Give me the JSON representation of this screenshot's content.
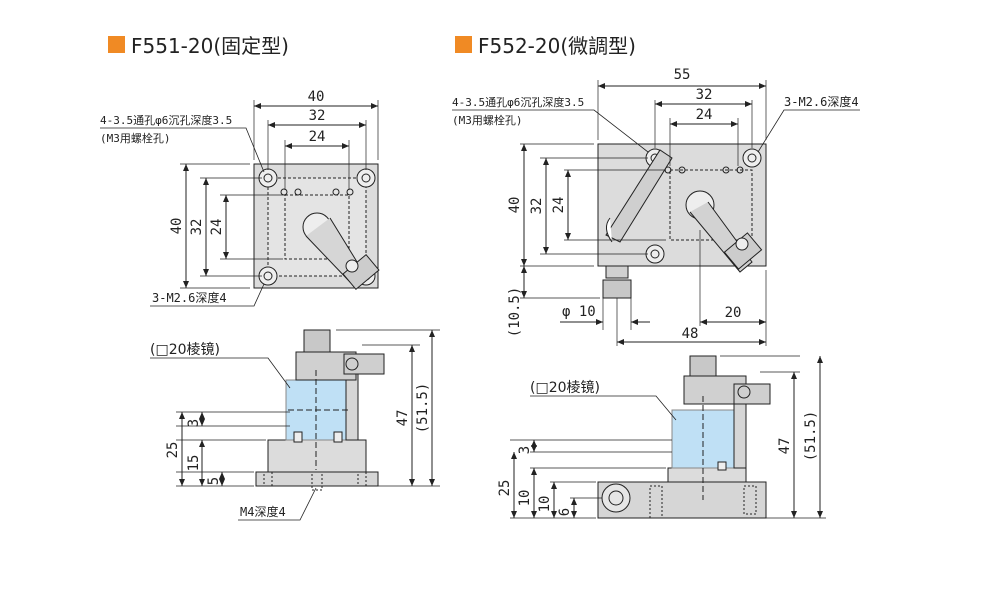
{
  "left": {
    "title": "F551-20(固定型)",
    "note1": "4-3.5通孔φ6沉孔深度3.5",
    "note2": "(M3用螺栓孔)",
    "dim_w40": "40",
    "dim_w32": "32",
    "dim_w24": "24",
    "dim_h40": "40",
    "dim_h32": "32",
    "dim_h24": "24",
    "tap_note": "3-M2.6深度4",
    "prism_label": "(□20棱镜)",
    "side_3": "3",
    "side_25": "25",
    "side_15": "15",
    "side_5": "5",
    "side_47": "47",
    "side_515": "(51.5)",
    "m4_note": "M4深度4"
  },
  "right": {
    "title": "F552-20(微調型)",
    "note1": "4-3.5通孔φ6沉孔深度3.5",
    "note2": "(M3用螺栓孔)",
    "tap_note": "3-M2.6深度4",
    "dim_w55": "55",
    "dim_w32": "32",
    "dim_w24": "24",
    "dim_h40": "40",
    "dim_h32": "32",
    "dim_h24": "24",
    "dim_105": "(10.5)",
    "dim_phi10": "φ 10",
    "dim_20": "20",
    "dim_48": "48",
    "prism_label": "(□20棱镜)",
    "side_3": "3",
    "side_25": "25",
    "side_10": "10",
    "side_6": "6",
    "side_47": "47",
    "side_515": "(51.5)"
  },
  "colors": {
    "accent": "#f08a24",
    "part": "#d9d9d9",
    "prism": "#bfe0f5",
    "line": "#222222"
  }
}
